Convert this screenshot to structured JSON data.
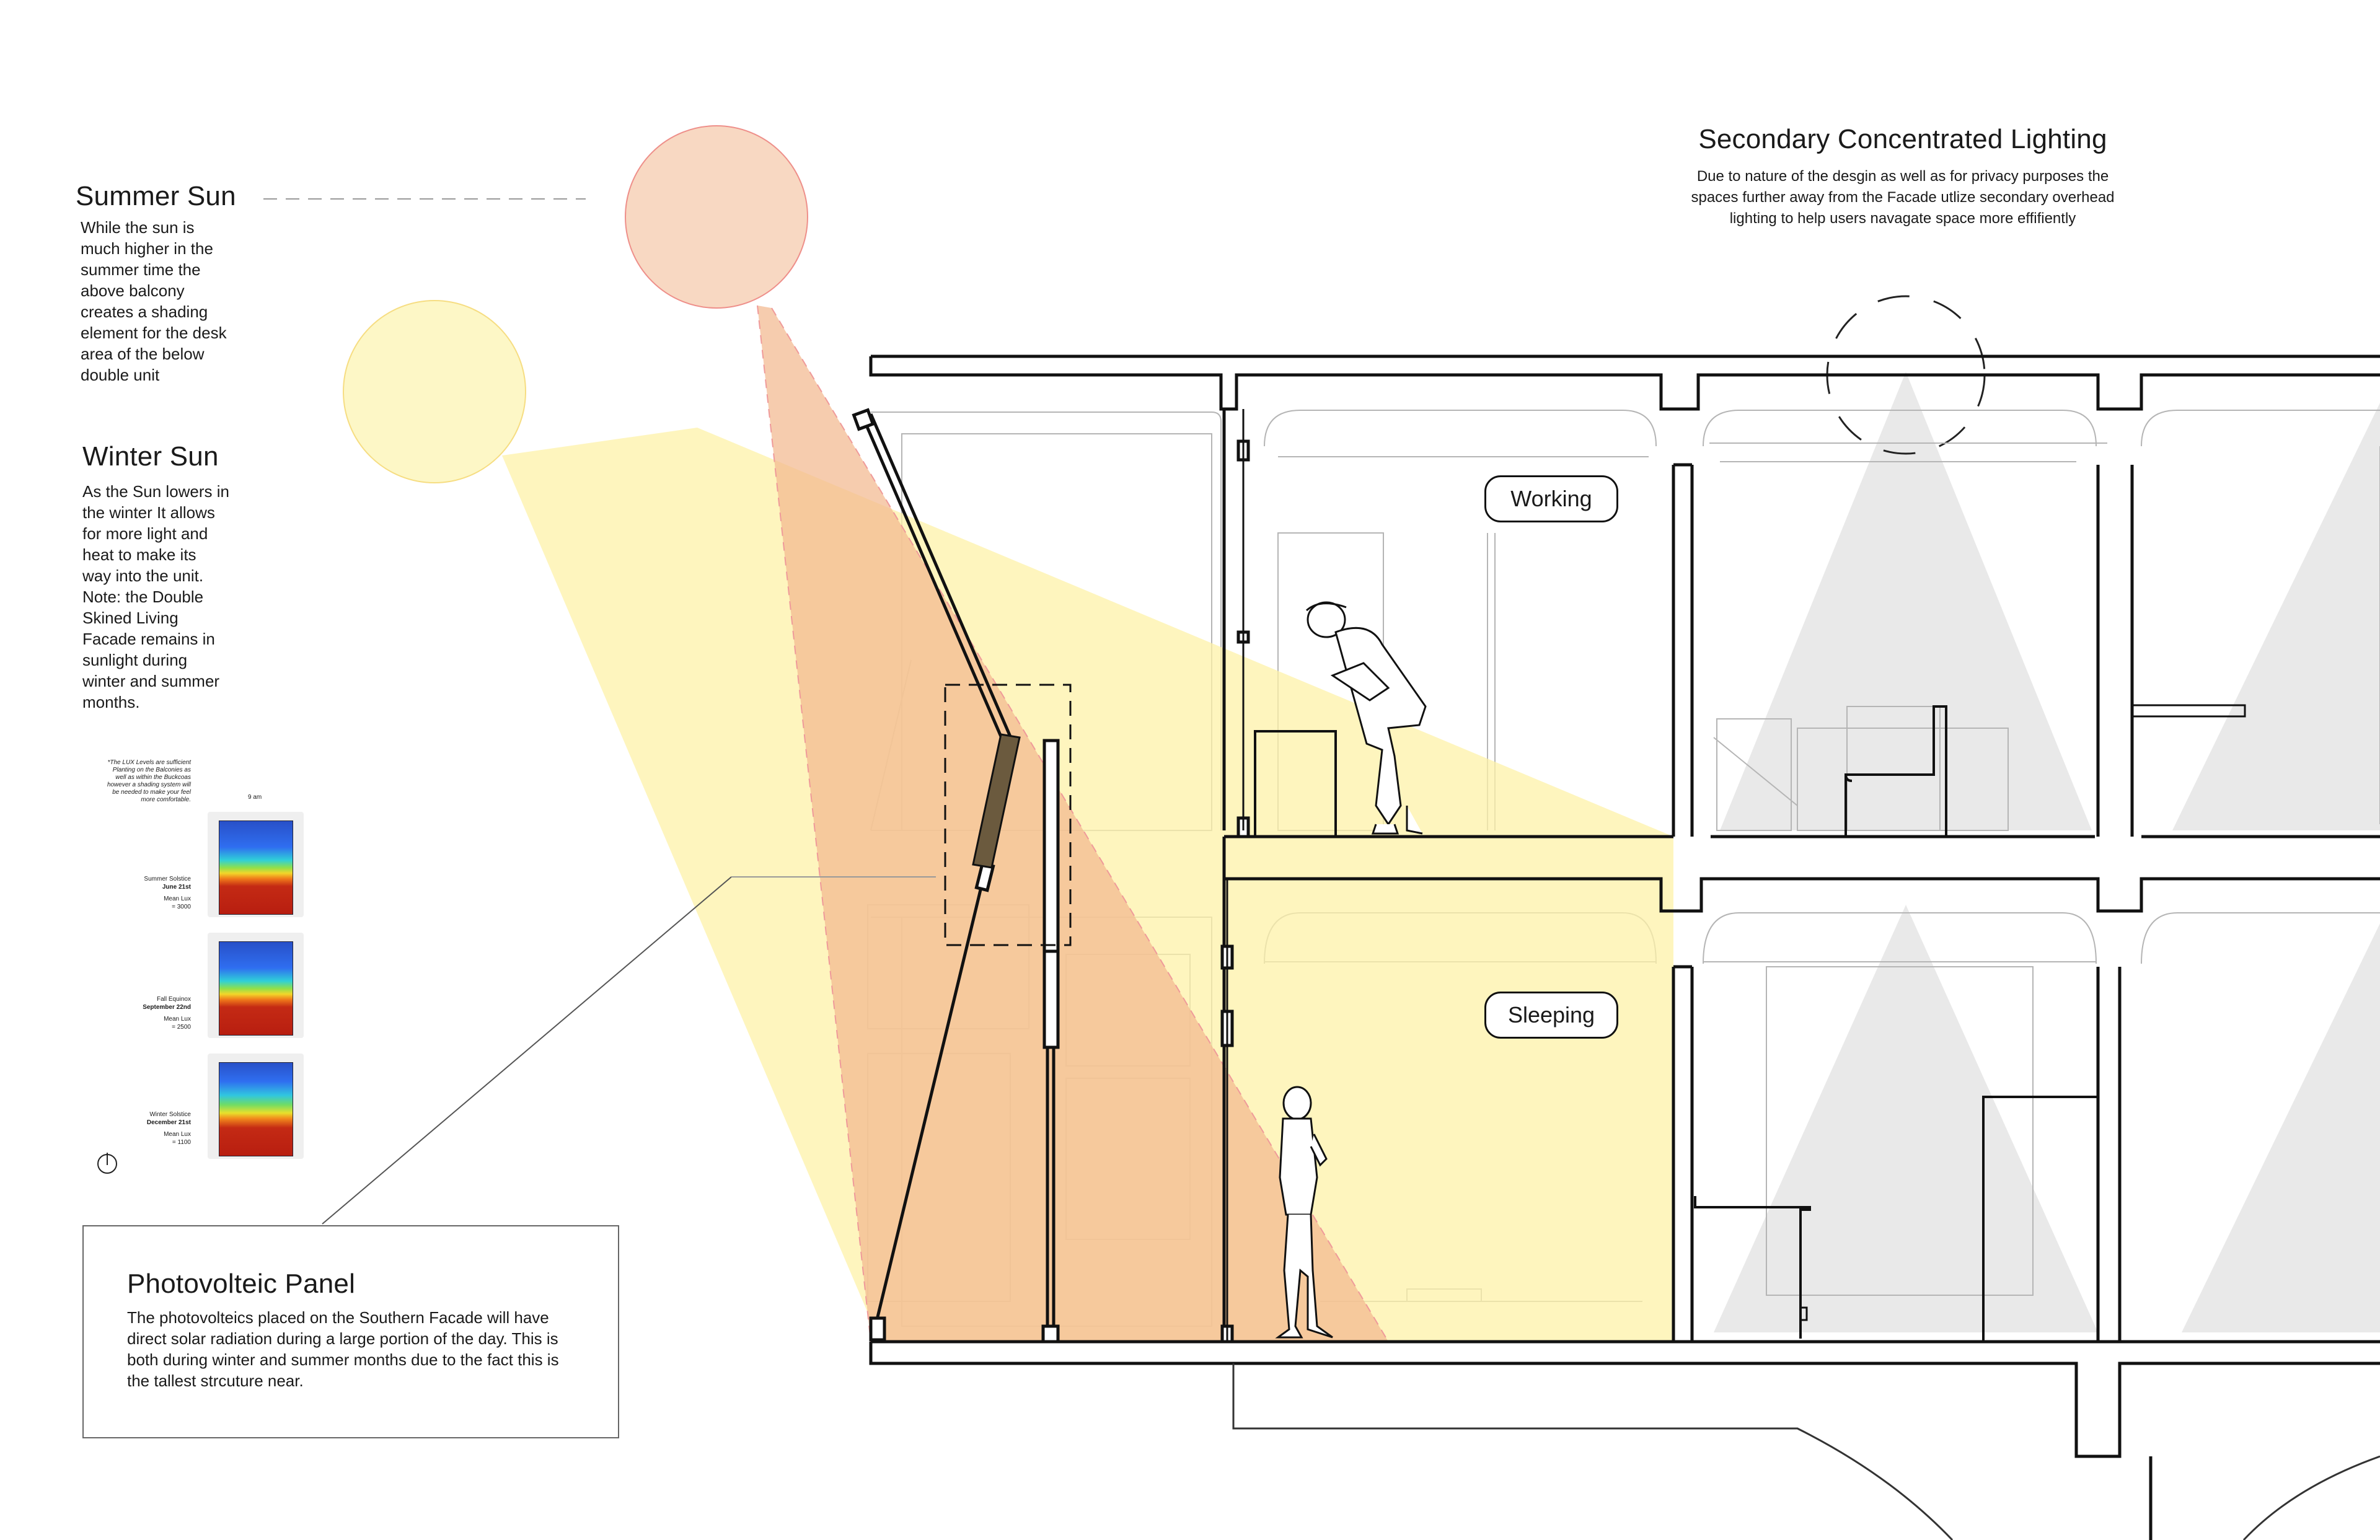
{
  "summer_sun": {
    "title": "Summer Sun",
    "body": [
      "While the sun is",
      "much higher in the",
      "summer time the",
      "above balcony",
      "creates a shading",
      "element for the desk",
      "area of the below",
      "double unit"
    ]
  },
  "winter_sun": {
    "title": "Winter Sun",
    "body": [
      "As the Sun lowers in",
      "the winter It allows",
      "for more light and",
      "heat to make its",
      "way into the unit.",
      "Note: the Double",
      "Skined Living",
      "Facade remains in",
      "sunlight during",
      "winter and summer",
      "months."
    ]
  },
  "secondary_lighting": {
    "title": "Secondary Concentrated Lighting",
    "body": [
      "Due to nature of the desgin as well as for privacy purposes the",
      "spaces further away from the Facade utlize secondary overhead",
      "lighting to help users navagate space more effifiently"
    ]
  },
  "photovoltaic": {
    "title": "Photovolteic Panel",
    "body": [
      "The photovolteics placed on the Southern Facade will have",
      "direct solar radiation during a large portion of the day. This is",
      "both during winter and summer months due to the fact this is",
      "the tallest strcuture near."
    ]
  },
  "room_labels": {
    "working": "Working",
    "sleeping": "Sleeping"
  },
  "lux_study": {
    "note": [
      "*The LUX Levels are sufficient",
      "Planting on the Balconies as",
      "well as within the Buckcoas",
      "however a shading system will",
      "be needed to make your feel",
      "more comfortable."
    ],
    "time": "9 am",
    "entries": [
      {
        "name": "Summer Solstice",
        "date": "June 21st",
        "mean_label": "Mean Lux",
        "mean_value": "= 3000"
      },
      {
        "name": "Fall Equinox",
        "date": "September 22nd",
        "mean_label": "Mean Lux",
        "mean_value": "= 2500"
      },
      {
        "name": "Winter Solstice",
        "date": "December 21st",
        "mean_label": "Mean Lux",
        "mean_value": "= 1100"
      }
    ]
  },
  "colors": {
    "summer_sun_fill": "#f8d8c2",
    "summer_sun_stroke": "#ee8f8a",
    "summer_wedge": "#f3b98f",
    "winter_sun_fill": "#fdf7c6",
    "winter_sun_stroke": "#f6dd82",
    "winter_wedge": "#fdf2a8",
    "overlap": "#f6d29a",
    "pv_panel": "#6b5a3e",
    "structure": "#111111",
    "light_cone": "#e7e7e7"
  }
}
